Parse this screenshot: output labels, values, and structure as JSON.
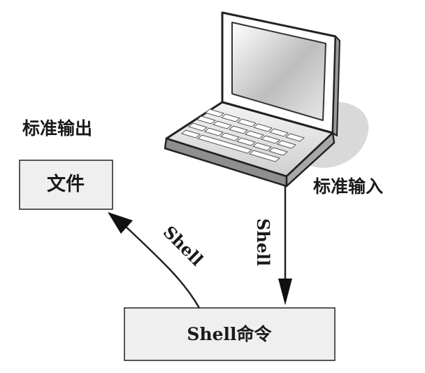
{
  "labels": {
    "stdout": "标准输出",
    "stdin": "标准输入",
    "file_box": "文件",
    "command_box": "Shell命令",
    "shell_down": "Shell",
    "shell_diag": "Shell"
  },
  "colors": {
    "stroke": "#222222",
    "box_fill": "#efefef",
    "laptop_shadow": "#d9d9d9"
  },
  "icons": {
    "computer": "laptop-icon"
  }
}
